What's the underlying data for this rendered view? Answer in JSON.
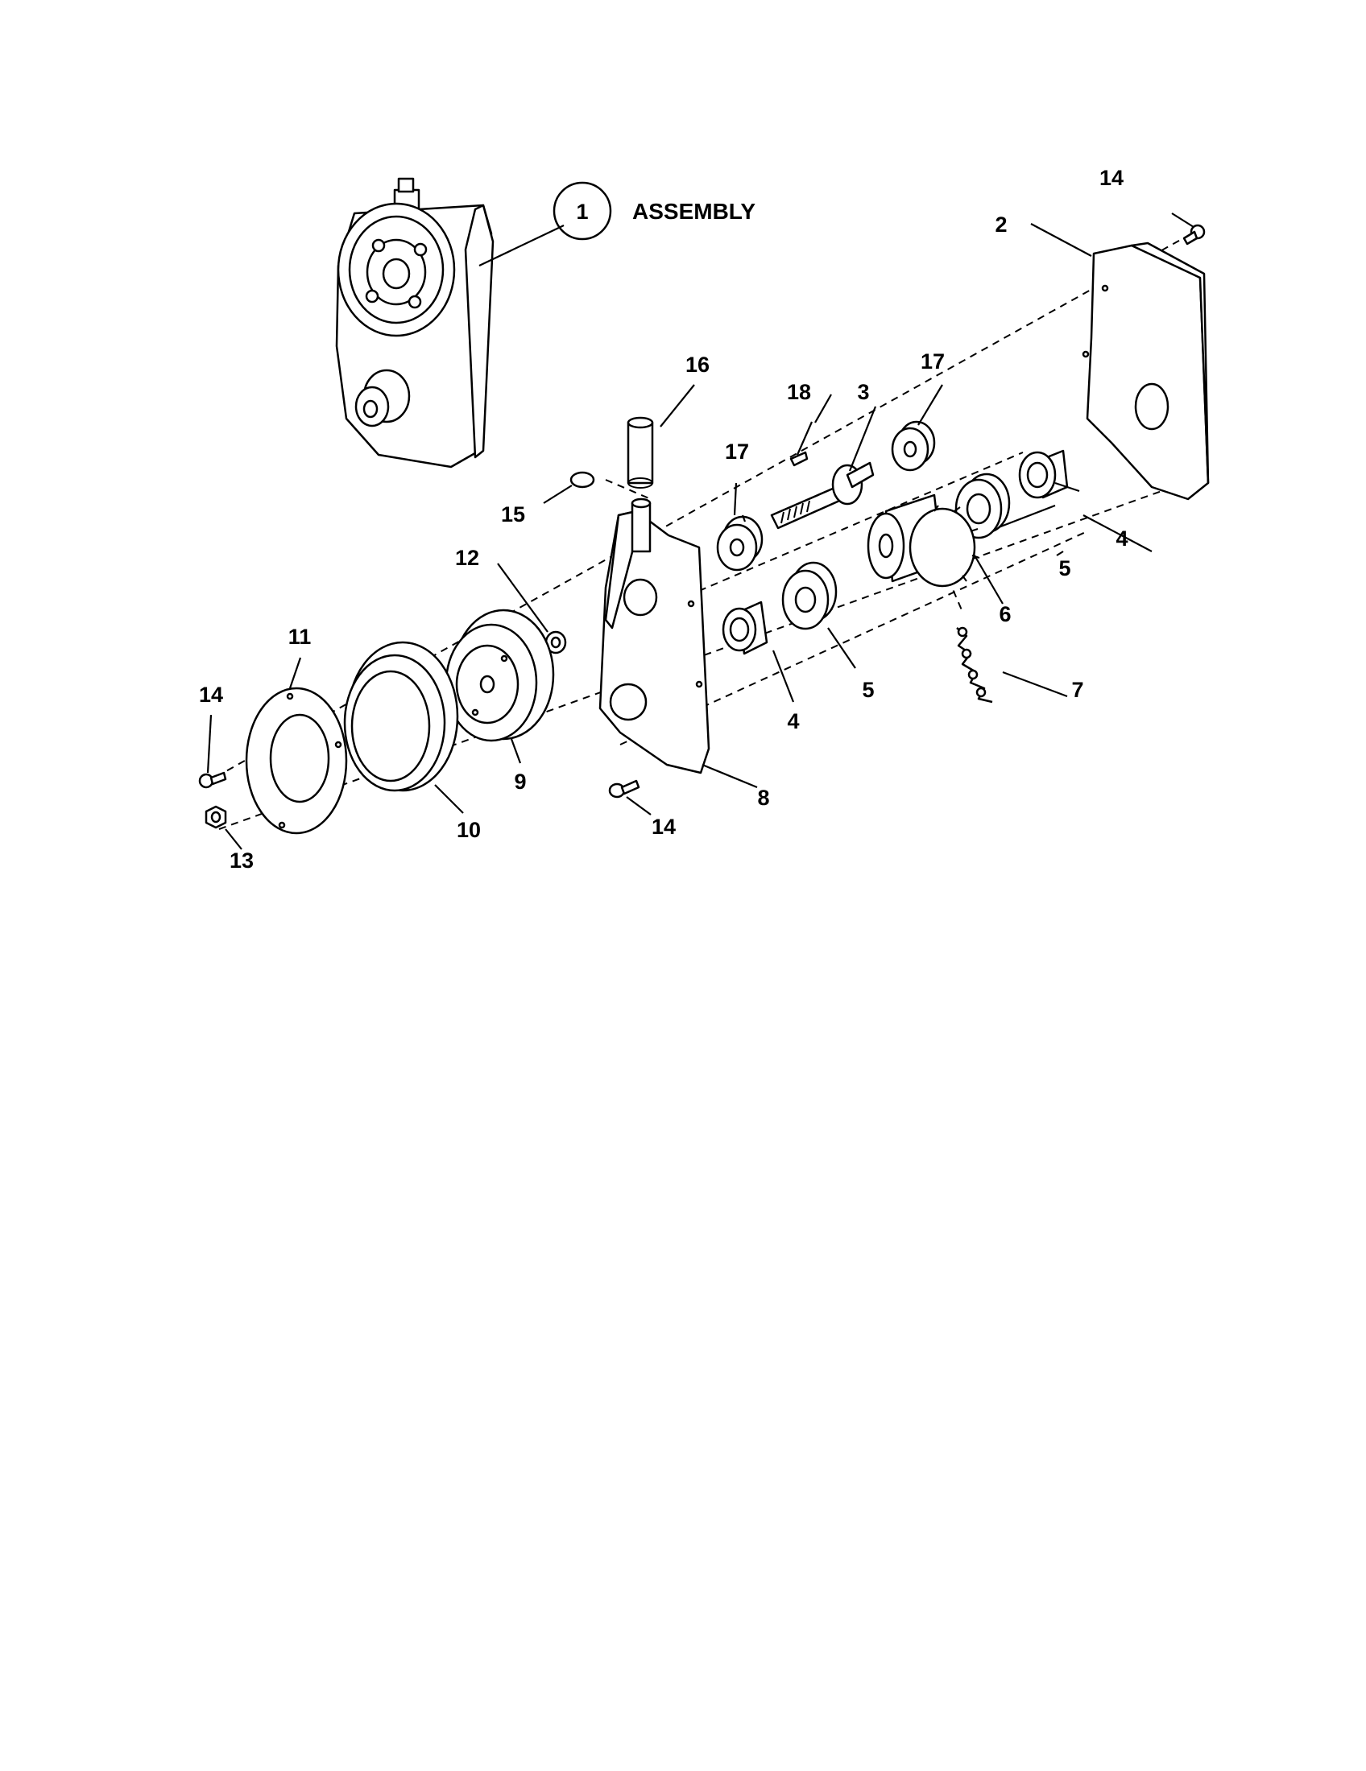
{
  "callout": {
    "number": "1",
    "text": "ASSEMBLY"
  },
  "labels": {
    "l2": "2",
    "l3": "3",
    "l4a": "4",
    "l4b": "4",
    "l5a": "5",
    "l5b": "5",
    "l6": "6",
    "l7": "7",
    "l8": "8",
    "l9": "9",
    "l10": "10",
    "l11": "11",
    "l12": "12",
    "l13": "13",
    "l14a": "14",
    "l14b": "14",
    "l14c": "14",
    "l15": "15",
    "l16": "16",
    "l17a": "17",
    "l17b": "17",
    "l18": "18"
  }
}
